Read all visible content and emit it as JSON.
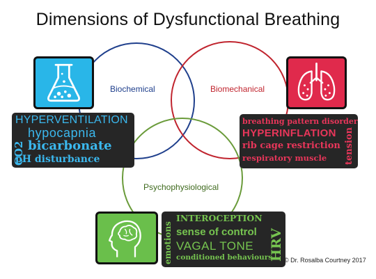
{
  "title": "Dimensions of Dysfunctional Breathing",
  "circles": {
    "biochemical": {
      "label": "Biochemical",
      "color": "#1f3f8c"
    },
    "biomechanical": {
      "label": "Biomechanical",
      "color": "#c0242e"
    },
    "psychophysiological": {
      "label": "Psychophysiological",
      "color": "#6a9b3a"
    }
  },
  "icons": {
    "biochemical": {
      "name": "flask-icon",
      "bg": "#29b6e8"
    },
    "biomechanical": {
      "name": "lungs-icon",
      "bg": "#e02a4c"
    },
    "psychophysiological": {
      "name": "head-brain-icon",
      "bg": "#6abf4b"
    }
  },
  "boxes": {
    "biochemical": {
      "color": "#3bb8ee",
      "lines": [
        "HYPERVENTILATION",
        "hypocapnia",
        "bicarbonate",
        "pH disturbance"
      ],
      "side": "CO2"
    },
    "biomechanical": {
      "color": "#e8365a",
      "lines": [
        "breathing pattern disorder",
        "HYPERINFLATION",
        "rib cage restriction",
        "respiratory muscle"
      ],
      "side": "tension"
    },
    "psychophysiological": {
      "color": "#76c450",
      "lines": [
        "INTEROCEPTION",
        "sense of control",
        "VAGAL TONE",
        "conditioned behaviours"
      ],
      "side_left": "emotions",
      "side_right": "HRV"
    }
  },
  "credit": "© Dr. Rosalba Courtney 2017"
}
